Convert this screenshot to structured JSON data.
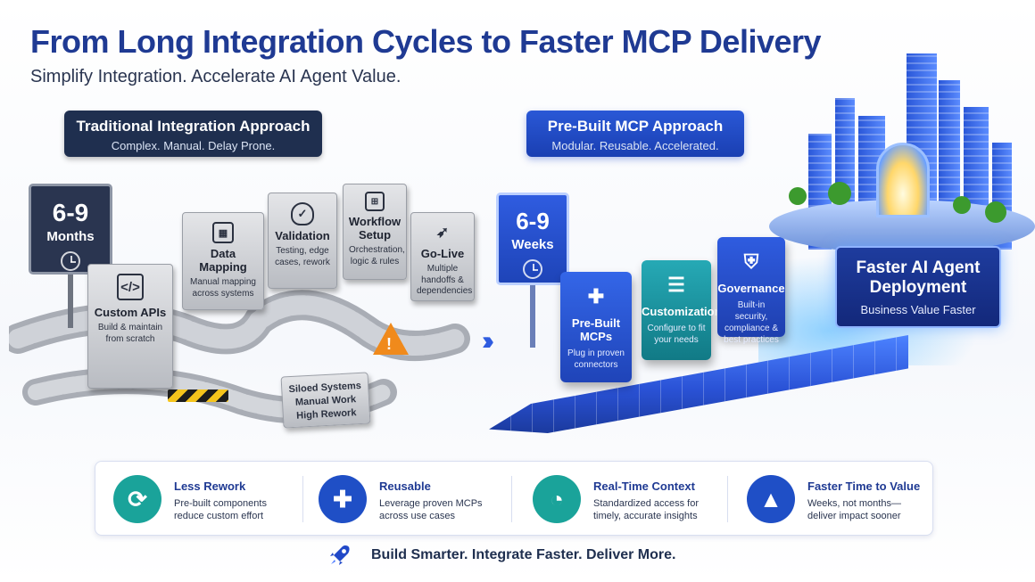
{
  "header": {
    "title": "From Long Integration Cycles to Faster MCP Delivery",
    "subtitle": "Simplify Integration. Accelerate AI Agent Value."
  },
  "traditional": {
    "banner_title": "Traditional Integration Approach",
    "banner_subtitle": "Complex. Manual. Delay Prone.",
    "duration_number": "6-9",
    "duration_unit": "Months",
    "steps": [
      {
        "title": "Custom APIs",
        "desc": "Build & maintain from scratch",
        "icon": "code-icon"
      },
      {
        "title": "Data Mapping",
        "desc": "Manual mapping across systems",
        "icon": "grid-icon"
      },
      {
        "title": "Validation",
        "desc": "Testing, edge cases, rework",
        "icon": "shield-check-icon"
      },
      {
        "title": "Workflow Setup",
        "desc": "Orchestration, logic & rules",
        "icon": "workflow-icon"
      },
      {
        "title": "Go-Live",
        "desc": "Multiple handoffs & dependencies",
        "icon": "rocket-icon"
      }
    ],
    "issues": [
      "Siloed Systems",
      "Manual Work",
      "High Rework"
    ]
  },
  "mcp": {
    "banner_title": "Pre-Built MCP Approach",
    "banner_subtitle": "Modular. Reusable. Accelerated.",
    "duration_number": "6-9",
    "duration_unit": "Weeks",
    "steps": [
      {
        "title": "Pre-Built MCPs",
        "desc": "Plug in proven connectors",
        "icon": "puzzle-icon"
      },
      {
        "title": "Customization",
        "desc": "Configure to fit your needs",
        "icon": "sliders-icon"
      },
      {
        "title": "Governance",
        "desc": "Built-in security, compliance & best practices",
        "icon": "shield-check-icon"
      }
    ],
    "outcome": {
      "title": "Faster AI Agent Deployment",
      "subtitle": "Business Value Faster"
    }
  },
  "benefits": [
    {
      "title": "Less Rework",
      "desc": "Pre-built components reduce custom effort",
      "icon": "refresh-icon",
      "color": "#1aa39a"
    },
    {
      "title": "Reusable",
      "desc": "Leverage proven MCPs across use cases",
      "icon": "puzzle-icon",
      "color": "#1f4fc6"
    },
    {
      "title": "Real-Time Context",
      "desc": "Standardized access for timely, accurate insights",
      "icon": "clock-icon",
      "color": "#1aa39a"
    },
    {
      "title": "Faster Time to Value",
      "desc": "Weeks, not months— deliver impact sooner",
      "icon": "growth-chart-icon",
      "color": "#1f4fc6"
    }
  ],
  "footer": {
    "tagline": "Build Smarter. Integrate Faster. Deliver More."
  },
  "colors": {
    "title": "#1f3a93",
    "traditional_banner": "#1f2f4f",
    "mcp_banner": "#2a58d6",
    "teal": "#1aa39a"
  }
}
